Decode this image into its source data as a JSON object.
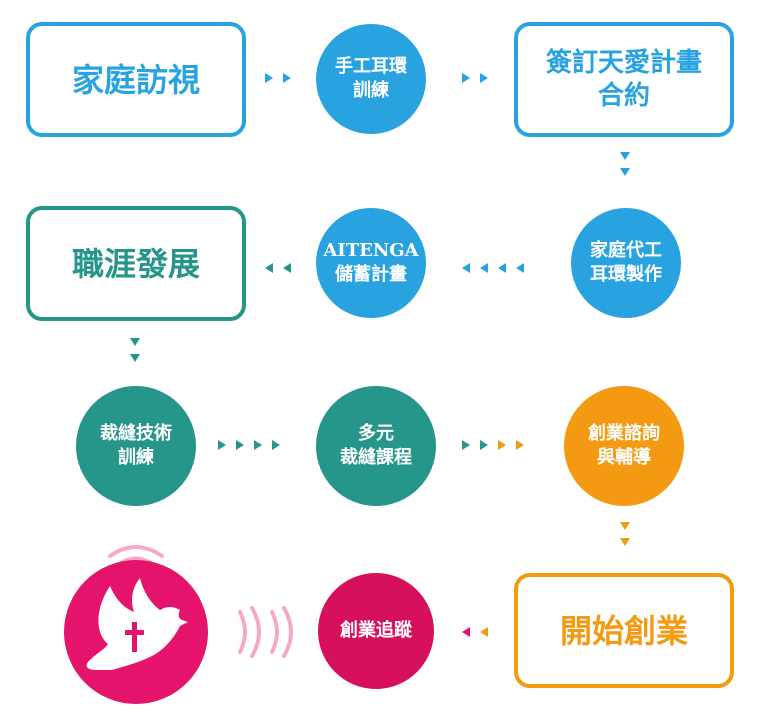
{
  "colors": {
    "blue": "#29a3e0",
    "teal": "#26958a",
    "orange": "#f39a12",
    "pink": "#e4146c",
    "light_pink": "#f5a9c8"
  },
  "nodes": {
    "family_visit": "家庭訪視",
    "handmade_earring_training": "手工耳環\n訓練",
    "sign_plan_contract": "簽訂天愛計畫\n合約",
    "home_earring_making": "家庭代工\n耳環製作",
    "aitenga_savings": "AITENGA\n儲蓄計畫",
    "career_development": "職涯發展",
    "sewing_skill_training": "裁縫技術\n訓練",
    "diverse_sewing_courses": "多元\n裁縫課程",
    "startup_consulting": "創業諮詢\n與輔導",
    "start_business": "開始創業",
    "startup_tracking": "創業追蹤"
  },
  "icons": {
    "logo": "dove-cross-icon"
  }
}
